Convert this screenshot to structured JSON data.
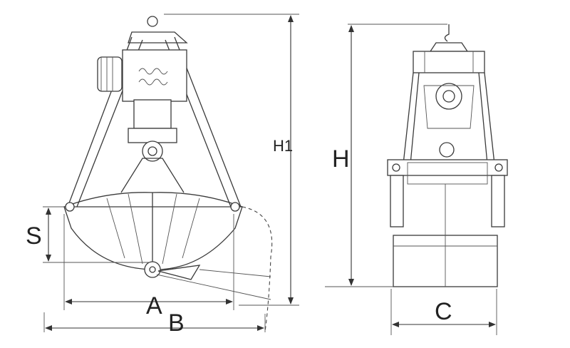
{
  "labels": {
    "H1": "H1",
    "H": "H",
    "S": "S",
    "A": "A",
    "B": "B",
    "C": "C"
  },
  "colors": {
    "line": "#3a3a3a",
    "background": "#ffffff"
  }
}
